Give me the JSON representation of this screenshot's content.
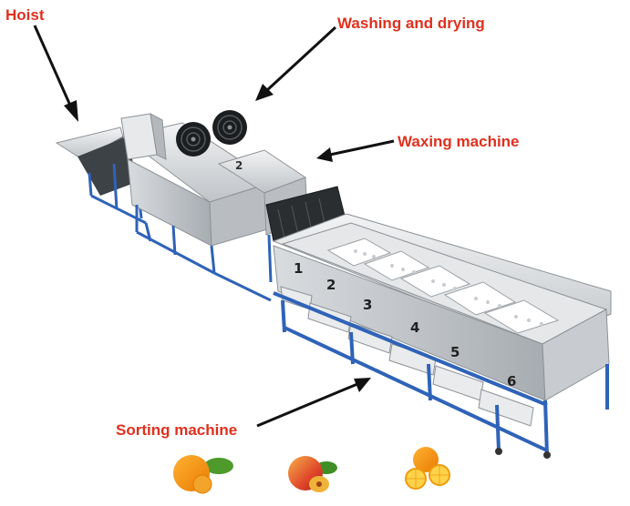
{
  "labels": {
    "hoist": "Hoist",
    "washing_drying": "Washing and drying",
    "waxing": "Waxing machine",
    "sorting": "Sorting machine"
  },
  "sorting_bins": [
    "1",
    "2",
    "3",
    "4",
    "5",
    "6"
  ],
  "fan_marking": "2",
  "fruits": [
    {
      "name": "tangerine"
    },
    {
      "name": "peach"
    },
    {
      "name": "orange"
    }
  ],
  "colors": {
    "label_text": "#e0301e",
    "frame_blue": "#2f63b8",
    "arrow": "#111111",
    "steel": "#d6d8db",
    "steel_dark": "#9ea3a8"
  }
}
